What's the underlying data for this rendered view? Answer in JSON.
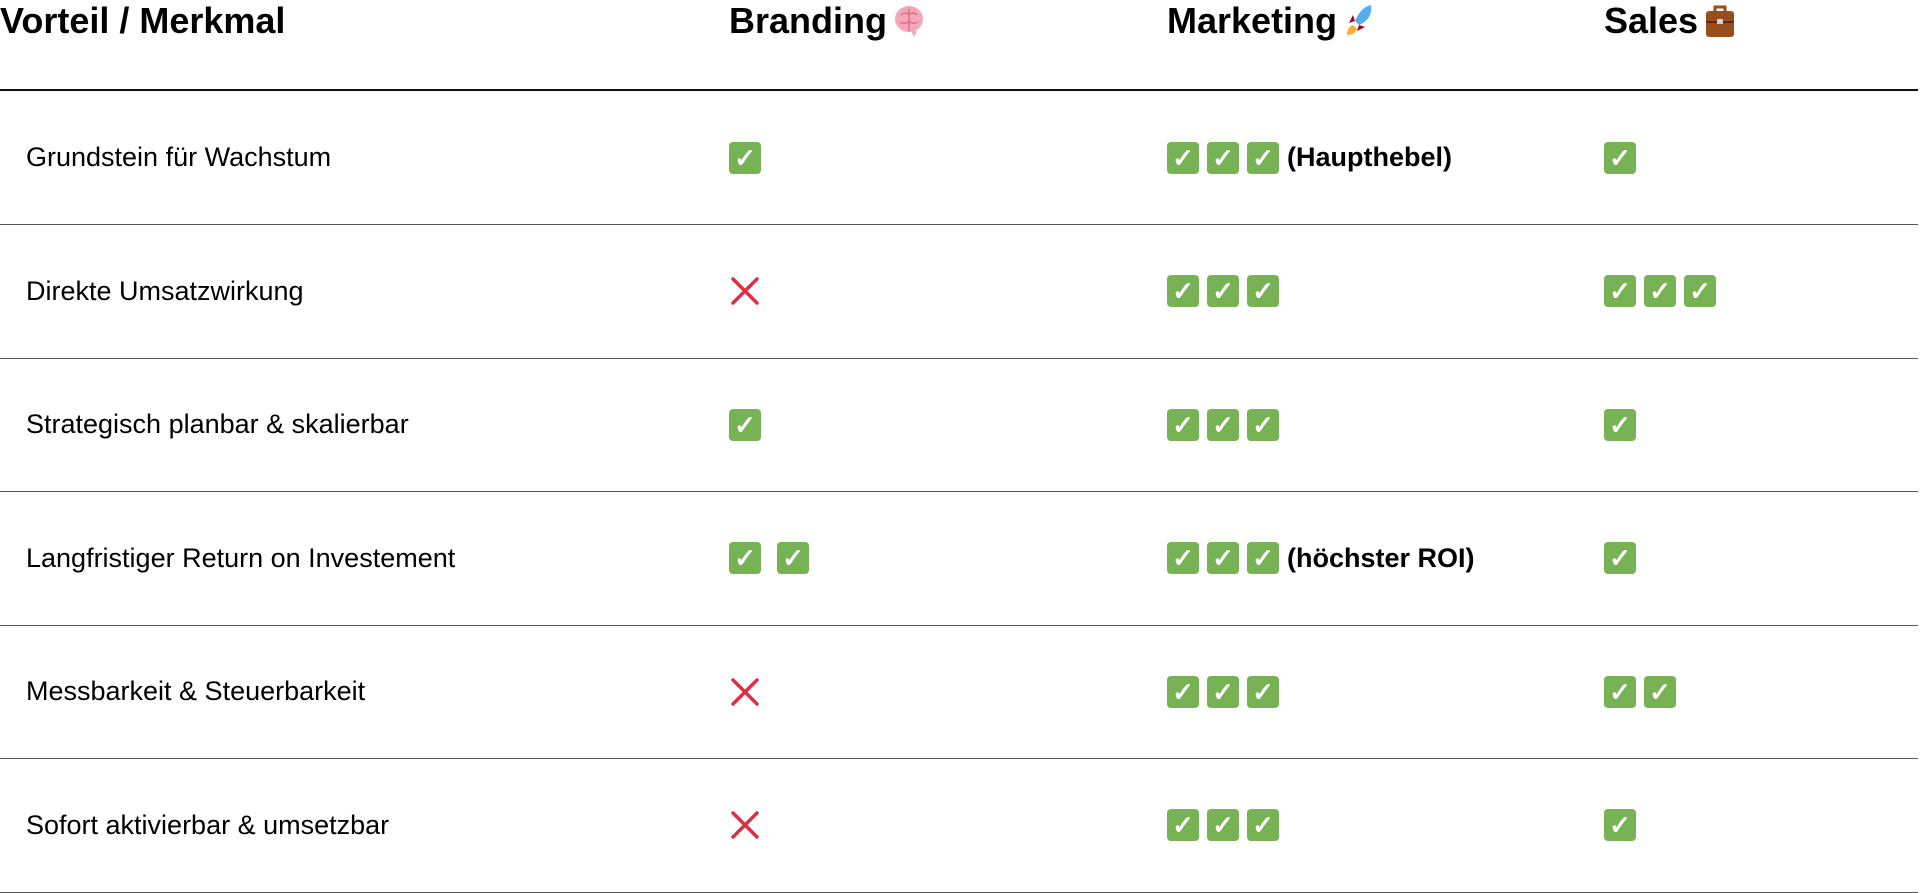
{
  "headers": [
    "Vorteil / Merkmal",
    "Branding",
    "Marketing",
    "Sales"
  ],
  "header_icons": [
    "brain-icon",
    "rocket-icon",
    "briefcase-icon"
  ],
  "colors": {
    "check": "#77b255",
    "cross": "#dd2e44"
  },
  "rows": [
    {
      "label": "Grundstein für Wachstum",
      "branding": {
        "checks": 1,
        "cross": false,
        "note": ""
      },
      "marketing": {
        "checks": 3,
        "cross": false,
        "note": "(Haupthebel)"
      },
      "sales": {
        "checks": 1,
        "cross": false,
        "note": ""
      }
    },
    {
      "label": "Direkte Umsatzwirkung",
      "branding": {
        "checks": 0,
        "cross": true,
        "note": ""
      },
      "marketing": {
        "checks": 3,
        "cross": false,
        "note": ""
      },
      "sales": {
        "checks": 3,
        "cross": false,
        "note": ""
      }
    },
    {
      "label": "Strategisch planbar & skalierbar",
      "branding": {
        "checks": 1,
        "cross": false,
        "note": ""
      },
      "marketing": {
        "checks": 3,
        "cross": false,
        "note": ""
      },
      "sales": {
        "checks": 1,
        "cross": false,
        "note": ""
      }
    },
    {
      "label": "Langfristiger Return on Investement",
      "branding": {
        "checks": 2,
        "cross": false,
        "note": ""
      },
      "marketing": {
        "checks": 3,
        "cross": false,
        "note": "(höchster ROI)"
      },
      "sales": {
        "checks": 1,
        "cross": false,
        "note": ""
      }
    },
    {
      "label": "Messbarkeit & Steuerbarkeit",
      "branding": {
        "checks": 0,
        "cross": true,
        "note": ""
      },
      "marketing": {
        "checks": 3,
        "cross": false,
        "note": ""
      },
      "sales": {
        "checks": 2,
        "cross": false,
        "note": ""
      }
    },
    {
      "label": "Sofort aktivierbar & umsetzbar",
      "branding": {
        "checks": 0,
        "cross": true,
        "note": ""
      },
      "marketing": {
        "checks": 3,
        "cross": false,
        "note": ""
      },
      "sales": {
        "checks": 1,
        "cross": false,
        "note": ""
      }
    }
  ]
}
